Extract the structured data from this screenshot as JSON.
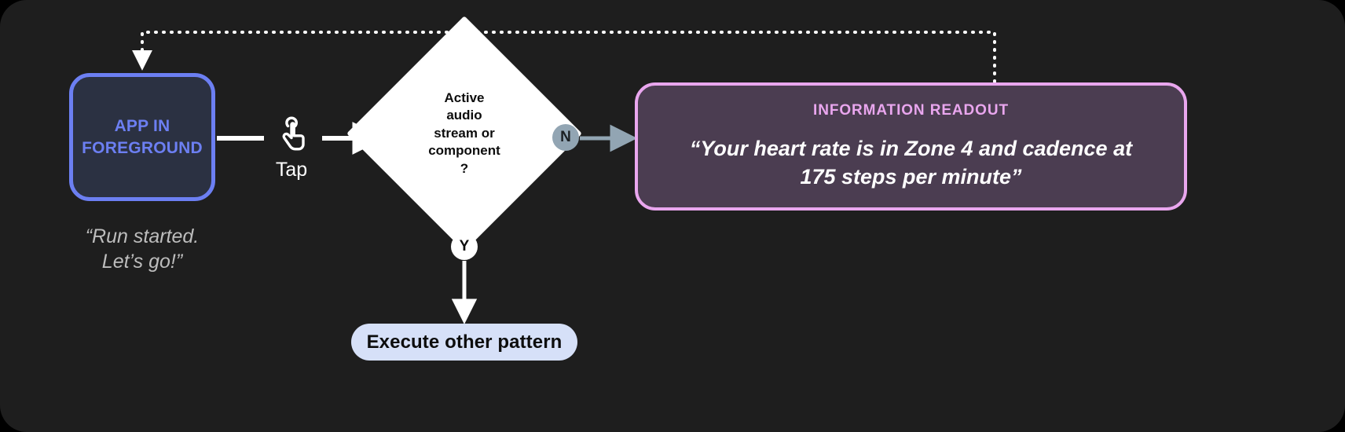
{
  "canvas": {
    "background": "#1e1e1e",
    "page_background": "#000000"
  },
  "nodes": {
    "app": {
      "label": "APP IN\nFOREGROUND",
      "label_line1": "APP IN",
      "label_line2": "FOREGROUND",
      "fill": "#2b3142",
      "border": "#6c7ff2",
      "text_color": "#6c7ff2",
      "caption": "“Run started.\nLet’s go!”",
      "caption_line1": "“Run started.",
      "caption_line2": "Let’s go!”"
    },
    "gesture": {
      "icon": "tap-hand-icon",
      "label": "Tap"
    },
    "decision": {
      "text": "Active\naudio\nstream or\ncomponent\n?",
      "line1": "Active",
      "line2": "audio",
      "line3": "stream or",
      "line4": "component",
      "line5": "?",
      "fill": "#ffffff",
      "text_color": "#0d0d0d"
    },
    "branch_no": {
      "label": "N",
      "fill": "#92a5b3",
      "text_color": "#1b1f22"
    },
    "branch_yes": {
      "label": "Y",
      "fill": "#ffffff",
      "text_color": "#0d0d0d"
    },
    "execute": {
      "label": "Execute other pattern",
      "fill": "#d6e0f8",
      "text_color": "#0d0d0d"
    },
    "readout": {
      "heading": "INFORMATION READOUT",
      "quote_line1": "“Your heart rate is in Zone 4 and cadence at",
      "quote_line2": "175 steps per minute”",
      "fill": "#4b3d51",
      "border": "#e9a6ee",
      "heading_color": "#e9a6ee",
      "quote_color": "#ffffff"
    }
  },
  "connectors": {
    "app_to_decision": {
      "style": "solid",
      "color": "#ffffff"
    },
    "decision_to_readout": {
      "style": "solid",
      "color": "#92a5b3"
    },
    "decision_to_execute": {
      "style": "solid",
      "color": "#ffffff"
    },
    "readout_to_app_return": {
      "style": "dotted",
      "color": "#ffffff"
    }
  }
}
